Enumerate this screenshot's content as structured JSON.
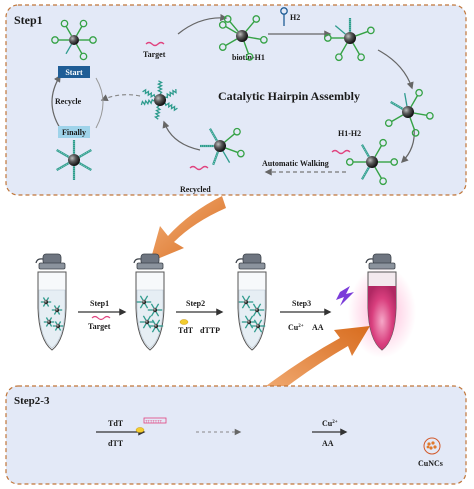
{
  "step1": {
    "panel_label": "Step1",
    "title": "Catalytic Hairpin Assembly",
    "target_label": "Target",
    "biotin_label": "biotin-H1",
    "h2_label": "H2",
    "h1h2_label": "H1-H2",
    "walking_label": "Automatic  Walking",
    "recycled_label": "Recycled",
    "recycle_label": "Recycle",
    "start_label": "Start",
    "finally_label": "Finally"
  },
  "workflow": {
    "step1_label": "Step1",
    "target_label": "Target",
    "step2_label": "Step2",
    "tdt_label": "TdT",
    "dttp_label": "dTTP",
    "step3_label": "Step3",
    "cu_label": "Cu",
    "cu_sup": "2+",
    "aa_label": "AA"
  },
  "step23": {
    "panel_label": "Step2-3",
    "tdt_label": "TdT",
    "dtt_label": "dTT",
    "tttt_label": "TTTTTTT",
    "cu_label": "Cu",
    "cu_sup": "2+",
    "aa_label": "AA",
    "cuncs_label": "CuNCs"
  },
  "colors": {
    "panel_bg": "#e3e9f7",
    "panel_border": "#c0763a",
    "arrow_orange": "#e07a2c",
    "bead_dark": "#3a3a3a",
    "strand_teal": "#2f9c8e",
    "hairpin_green": "#35a245",
    "fluor_pink": "#e0437f",
    "start_blue": "#1f5d96",
    "finally_blue": "#9fd3ea"
  }
}
